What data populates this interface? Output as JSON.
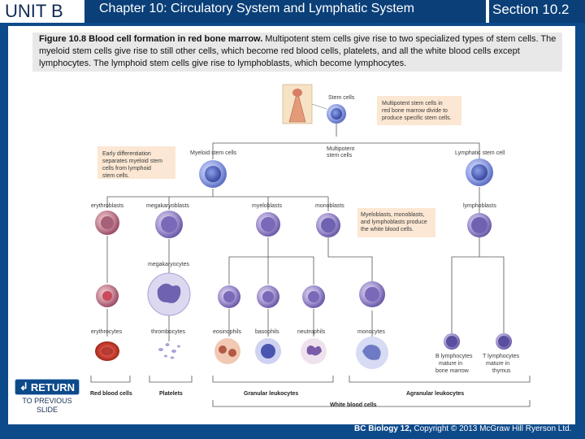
{
  "header": {
    "unit": "UNIT B",
    "chapter": "Chapter 10: Circulatory System and Lymphatic System",
    "section": "Section 10.2"
  },
  "caption": {
    "bold": "Figure 10.8 Blood cell formation in red bone marrow.",
    "text": " Multipotent stem cells give rise to two specialized types of stem cells. The myeloid stem cells give rise to still other cells, which become red blood cells, platelets, and all the white blood cells except lymphocytes. The lymphoid stem cells give rise to lymphoblasts, which become lymphocytes."
  },
  "diagram": {
    "stem_cells": "Stem cells",
    "multipotent_note": [
      "Multipotent stem cells in",
      "red bone marrow divide to",
      "produce specific stem cells."
    ],
    "multipotent_label": [
      "Multipotent",
      "stem cells"
    ],
    "early_note": [
      "Early differentiation",
      "separates myeloid stem",
      "cells from lymphoid",
      "stem cells."
    ],
    "myeloid": "Myeloid stem cells",
    "lymphatic": "Lymphatic stem cell",
    "erythroblasts": "erythroblasts",
    "megakaryoblasts": "megakaryoblasts",
    "myeloblasts": "myeloblasts",
    "monoblasts": "monoblasts",
    "lymphoblasts": "lymphoblasts",
    "blast_note": [
      "Myeloblasts, monoblasts,",
      "and lymphoblasts produce",
      "the white blood cells."
    ],
    "megakaryocytes": "megakaryocytes",
    "erythrocytes": "erythrocytes",
    "thrombocytes": "thrombocytes",
    "eosinophils": "eosinophils",
    "basophils": "basophils",
    "neutrophils": "neutrophils",
    "monocytes": "monocytes",
    "b_lymph": [
      "B lymphocytes",
      "mature in",
      "bone marrow"
    ],
    "t_lymph": [
      "T lymphocytes",
      "mature in",
      "thymus"
    ],
    "group_rbc": "Red blood cells",
    "group_platelets": "Platelets",
    "group_granular": "Granular leukocytes",
    "group_agranular": "Agranular leukocytes",
    "group_wbc": "White blood cells"
  },
  "nav": {
    "return_label": "RETURN",
    "return_sub": "TO PREVIOUS SLIDE"
  },
  "footer": {
    "bold": "BC Biology 12,",
    "text": " Copyright © 2013 McGraw Hill Ryerson Ltd."
  },
  "colors": {
    "background": "#0d4a8a",
    "stem_cell": "#8d9fe0",
    "rbc": "#c0392b",
    "note_box": "#fbe7d3"
  }
}
